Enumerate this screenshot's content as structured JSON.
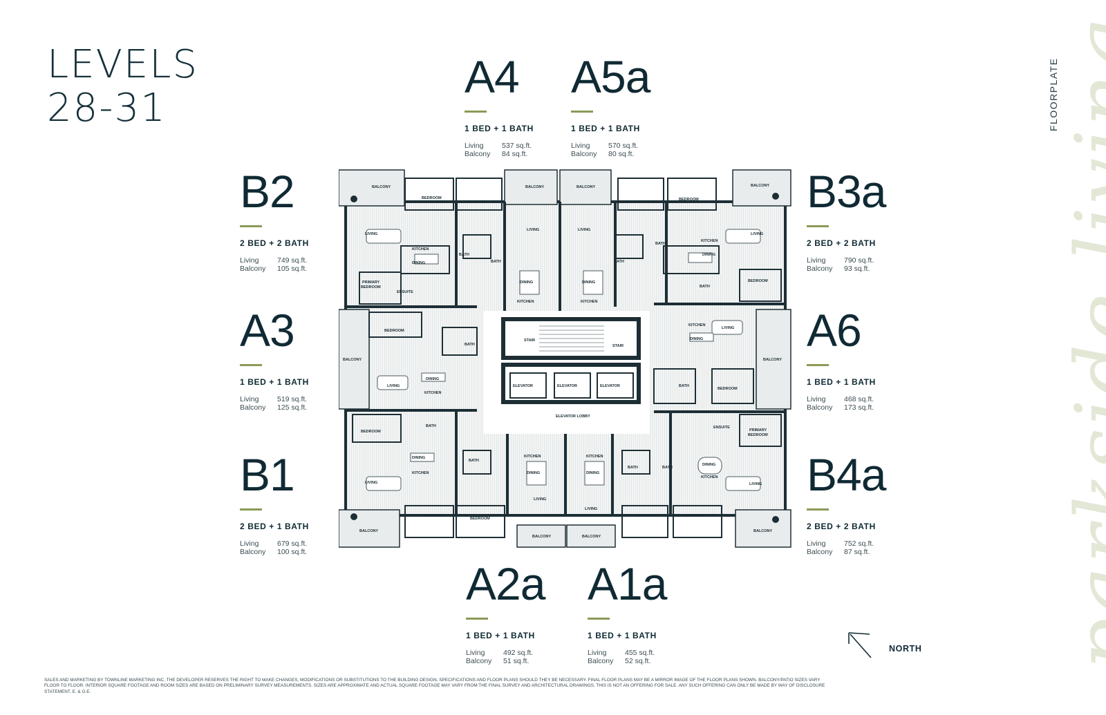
{
  "page": {
    "title_line1": "LEVELS",
    "title_line2": "28-31",
    "side_label": "FLOORPLATE",
    "script_text": "parkside living"
  },
  "units": {
    "a4": {
      "code": "A4",
      "beds": "1 BED + 1 BATH",
      "living_label": "Living",
      "living": "537 sq.ft.",
      "balcony_label": "Balcony",
      "balcony": "84 sq.ft."
    },
    "a5a": {
      "code": "A5a",
      "beds": "1 BED + 1 BATH",
      "living_label": "Living",
      "living": "570 sq.ft.",
      "balcony_label": "Balcony",
      "balcony": "80 sq.ft."
    },
    "b2": {
      "code": "B2",
      "beds": "2 BED + 2 BATH",
      "living_label": "Living",
      "living": "749 sq.ft.",
      "balcony_label": "Balcony",
      "balcony": "105 sq.ft."
    },
    "b3a": {
      "code": "B3a",
      "beds": "2 BED + 2 BATH",
      "living_label": "Living",
      "living": "790 sq.ft.",
      "balcony_label": "Balcony",
      "balcony": "93 sq.ft."
    },
    "a3": {
      "code": "A3",
      "beds": "1 BED + 1 BATH",
      "living_label": "Living",
      "living": "519 sq.ft.",
      "balcony_label": "Balcony",
      "balcony": "125 sq.ft."
    },
    "a6": {
      "code": "A6",
      "beds": "1 BED + 1 BATH",
      "living_label": "Living",
      "living": "468 sq.ft.",
      "balcony_label": "Balcony",
      "balcony": "173 sq.ft."
    },
    "b1": {
      "code": "B1",
      "beds": "2 BED + 1 BATH",
      "living_label": "Living",
      "living": "679 sq.ft.",
      "balcony_label": "Balcony",
      "balcony": "100 sq.ft."
    },
    "b4a": {
      "code": "B4a",
      "beds": "2 BED + 2 BATH",
      "living_label": "Living",
      "living": "752 sq.ft.",
      "balcony_label": "Balcony",
      "balcony": "87 sq.ft."
    },
    "a2a": {
      "code": "A2a",
      "beds": "1 BED + 1 BATH",
      "living_label": "Living",
      "living": "492 sq.ft.",
      "balcony_label": "Balcony",
      "balcony": "51 sq.ft."
    },
    "a1a": {
      "code": "A1a",
      "beds": "1 BED + 1 BATH",
      "living_label": "Living",
      "living": "455 sq.ft.",
      "balcony_label": "Balcony",
      "balcony": "52 sq.ft."
    }
  },
  "plan": {
    "balcony": "BALCONY",
    "bedroom": "BEDROOM",
    "primary_bedroom_1": "PRIMARY",
    "primary_bedroom_2": "BEDROOM",
    "living": "LIVING",
    "kitchen": "KITCHEN",
    "dining": "DINING",
    "bath": "BATH",
    "ensuite": "ENSUITE",
    "stair": "STAIR",
    "elevator": "ELEVATOR",
    "elevator_lobby": "ELEVATOR LOBBY"
  },
  "north_label": "NORTH",
  "colors": {
    "accent": "#8a9a57",
    "ink": "#102a34",
    "wall": "#1d2e35"
  },
  "disclaimer": "SALES AND MARKETING BY TOWNLINE MARKETING INC. THE DEVELOPER RESERVES THE RIGHT TO MAKE CHANGES, MODIFICATIONS OR SUBSTITUTIONS TO THE BUILDING DESIGN, SPECIFICATIONS AND FLOOR PLANS SHOULD THEY BE NECESSARY. FINAL FLOOR PLANS MAY BE A MIRROR IMAGE OF THE FLOOR PLANS SHOWN. BALCONY/PATIO SIZES VARY FLOOR TO FLOOR. INTERIOR SQUARE FOOTAGE AND ROOM SIZES ARE BASED ON PRELIMINARY SURVEY MEASUREMENTS. SIZES ARE APPROXIMATE AND ACTUAL SQUARE FOOTAGE MAY VARY FROM THE FINAL SURVEY AND ARCHITECTURAL DRAWINGS. THIS IS NOT AN OFFERING FOR SALE. ANY SUCH OFFERING CAN ONLY BE MADE BY WAY OF DISCLOSURE STATEMENT. E. & O.E."
}
